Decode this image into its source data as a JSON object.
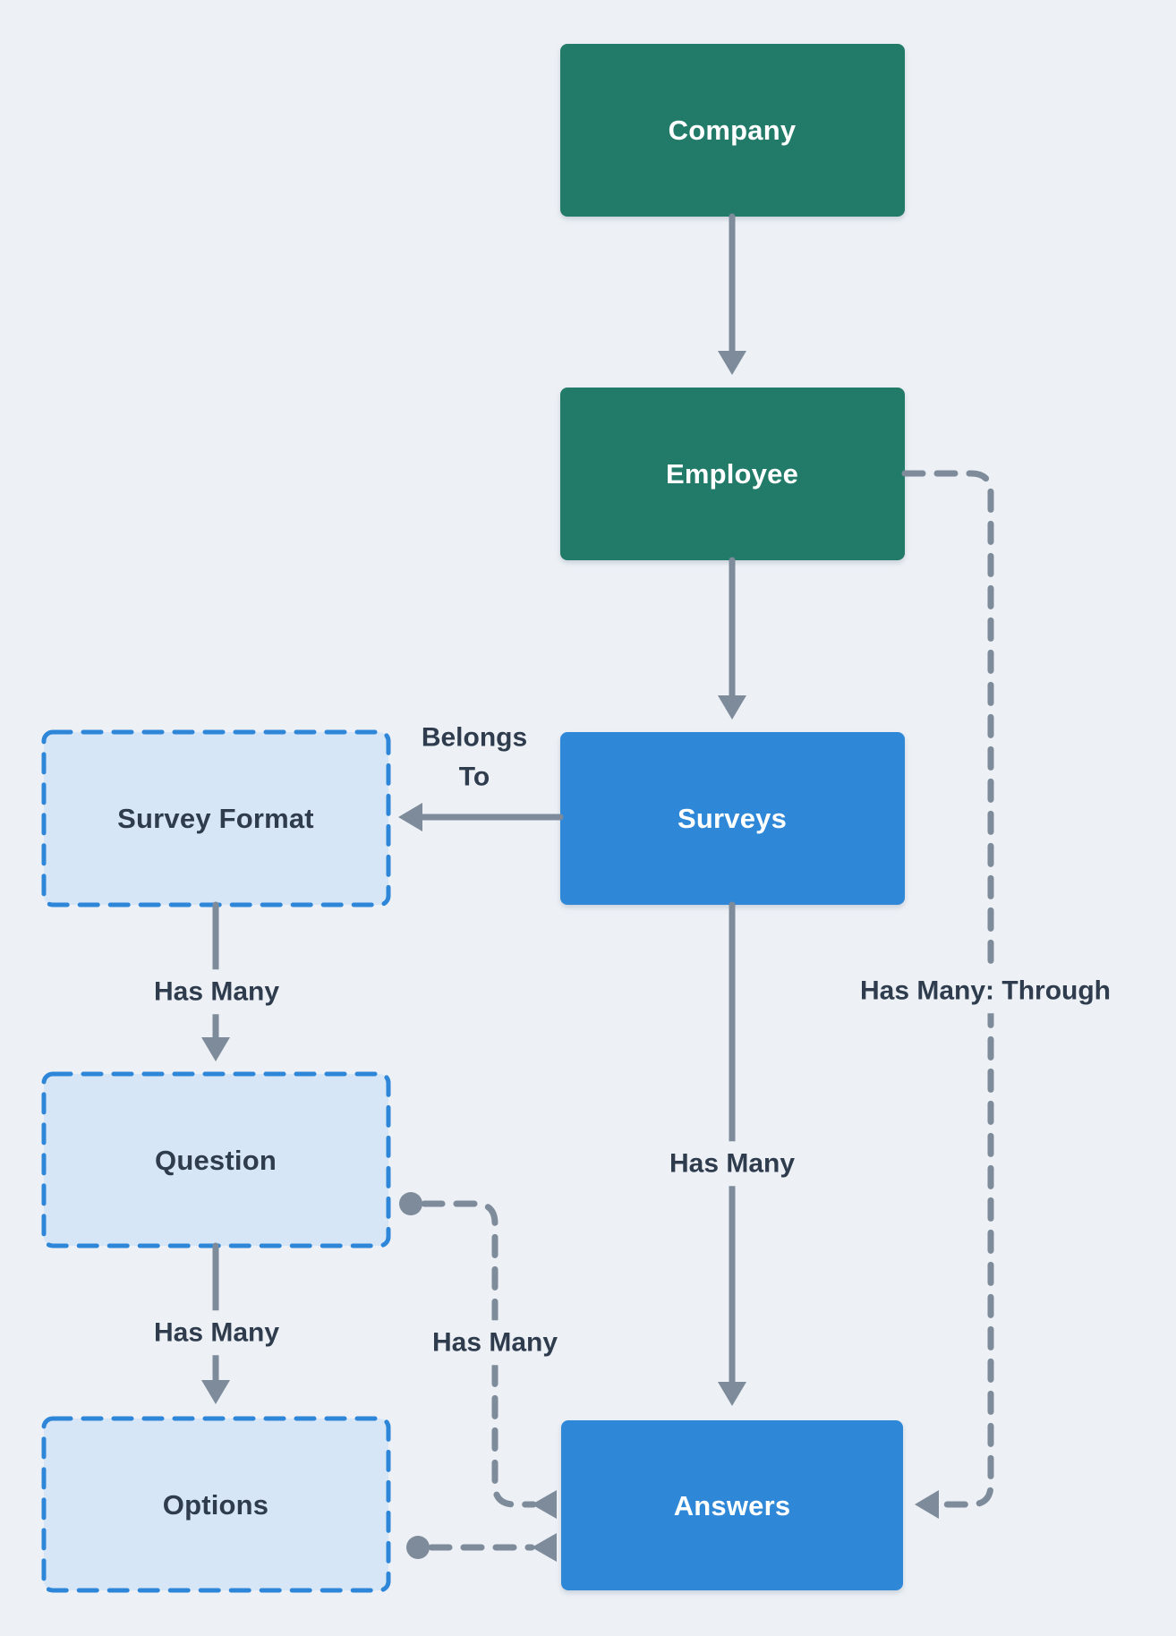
{
  "diagram": {
    "nodes": [
      {
        "id": "company",
        "label": "Company",
        "kind": "solid",
        "color": "#217a68"
      },
      {
        "id": "employee",
        "label": "Employee",
        "kind": "solid",
        "color": "#217a68"
      },
      {
        "id": "surveys",
        "label": "Surveys",
        "kind": "solid",
        "color": "#2d87d7"
      },
      {
        "id": "survey-format",
        "label": "Survey Format",
        "kind": "dashed",
        "color": "#d7e6f7"
      },
      {
        "id": "question",
        "label": "Question",
        "kind": "dashed",
        "color": "#d7e6f7"
      },
      {
        "id": "options",
        "label": "Options",
        "kind": "dashed",
        "color": "#d7e6f7"
      },
      {
        "id": "answers",
        "label": "Answers",
        "kind": "solid",
        "color": "#2d87d7"
      }
    ],
    "edges": [
      {
        "from": "Company",
        "to": "Employee",
        "style": "solid-arrow",
        "label": ""
      },
      {
        "from": "Employee",
        "to": "Surveys",
        "style": "solid-arrow",
        "label": ""
      },
      {
        "from": "Surveys",
        "to": "Survey Format",
        "style": "solid-arrow",
        "label": "Belongs To"
      },
      {
        "from": "Survey Format",
        "to": "Question",
        "style": "solid-arrow",
        "label": "Has Many"
      },
      {
        "from": "Question",
        "to": "Options",
        "style": "solid-arrow",
        "label": "Has Many"
      },
      {
        "from": "Surveys",
        "to": "Answers",
        "style": "solid-arrow",
        "label": "Has Many"
      },
      {
        "from": "Employee",
        "to": "Answers",
        "style": "dashed-arrow",
        "label": "Has Many: Through"
      },
      {
        "from": "Question",
        "to": "Answers",
        "style": "dashed-circle-funnel",
        "label": "Has Many"
      },
      {
        "from": "Options",
        "to": "Answers",
        "style": "dashed-circle-funnel",
        "label": ""
      }
    ],
    "colors": {
      "background": "#edf1f6",
      "green_node": "#217a68",
      "blue_node": "#2d87d7",
      "dashed_node_fill": "#d7e6f7",
      "dashed_node_border": "#2e86d8",
      "connector": "#7d8b9a",
      "label_text": "#2e3c4e",
      "node_text_light": "#ffffff"
    }
  }
}
